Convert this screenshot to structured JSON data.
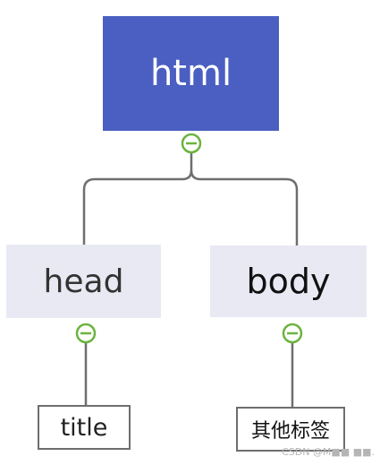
{
  "nodes": {
    "root": {
      "label": "html"
    },
    "head": {
      "label": "head"
    },
    "body": {
      "label": "body"
    },
    "title": {
      "label": "title"
    },
    "other": {
      "label": "其他标签"
    }
  },
  "watermark": "CSDN @M■■ ■■.",
  "colors": {
    "root_fill": "#4a5fc1",
    "child_fill": "#e8e9f3",
    "connector": "#6e6e6e",
    "collapse_icon": "#6cb33f"
  }
}
